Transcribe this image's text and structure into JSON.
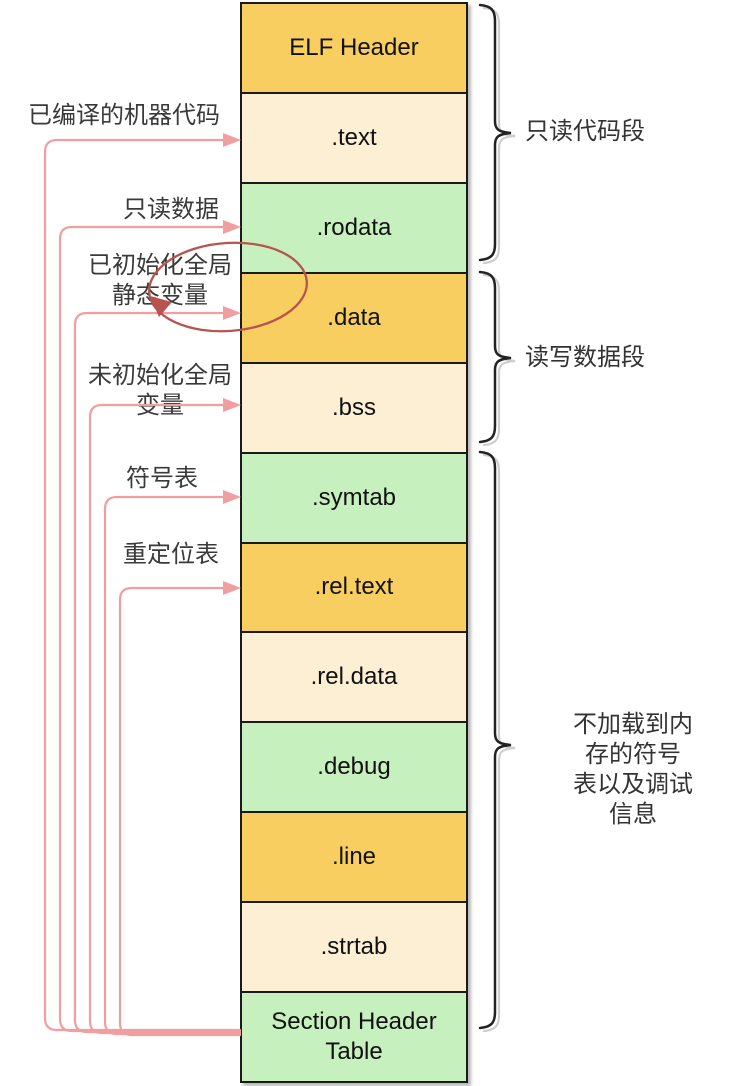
{
  "stack": {
    "sections": [
      {
        "label": "ELF Header",
        "color": "orange"
      },
      {
        "label": ".text",
        "color": "cream"
      },
      {
        "label": ".rodata",
        "color": "green"
      },
      {
        "label": ".data",
        "color": "orange"
      },
      {
        "label": ".bss",
        "color": "cream"
      },
      {
        "label": ".symtab",
        "color": "green"
      },
      {
        "label": ".rel.text",
        "color": "orange"
      },
      {
        "label": ".rel.data",
        "color": "cream"
      },
      {
        "label": ".debug",
        "color": "green"
      },
      {
        "label": ".line",
        "color": "orange"
      },
      {
        "label": ".strtab",
        "color": "cream"
      },
      {
        "label": "Section Header Table",
        "color": "green"
      }
    ]
  },
  "left_annotations": [
    {
      "text": "已编译的机器代码",
      "target": ".text"
    },
    {
      "text": "只读数据",
      "target": ".rodata"
    },
    {
      "text": "已初始化全局\n静态变量",
      "target": ".data"
    },
    {
      "text": "未初始化全局\n变量",
      "target": ".bss"
    },
    {
      "text": "符号表",
      "target": ".symtab"
    },
    {
      "text": "重定位表",
      "target": ".rel.text"
    }
  ],
  "right_annotations": [
    {
      "text": "只读代码段",
      "covers": [
        "ELF Header",
        ".text",
        ".rodata"
      ]
    },
    {
      "text": "读写数据段",
      "covers": [
        ".data",
        ".bss"
      ]
    },
    {
      "text": "不加载到内存的符号\n表以及调试信息",
      "covers": [
        ".symtab",
        ".rel.text",
        ".rel.data",
        ".debug",
        ".line",
        ".strtab",
        "Section Header Table"
      ]
    }
  ],
  "colors": {
    "orange": "#f8ce60",
    "cream": "#fcefd4",
    "green": "#c7f0bf",
    "connector_pink": "#f09ea0",
    "highlight_red": "#b85450",
    "outline": "#1a1a1a"
  }
}
